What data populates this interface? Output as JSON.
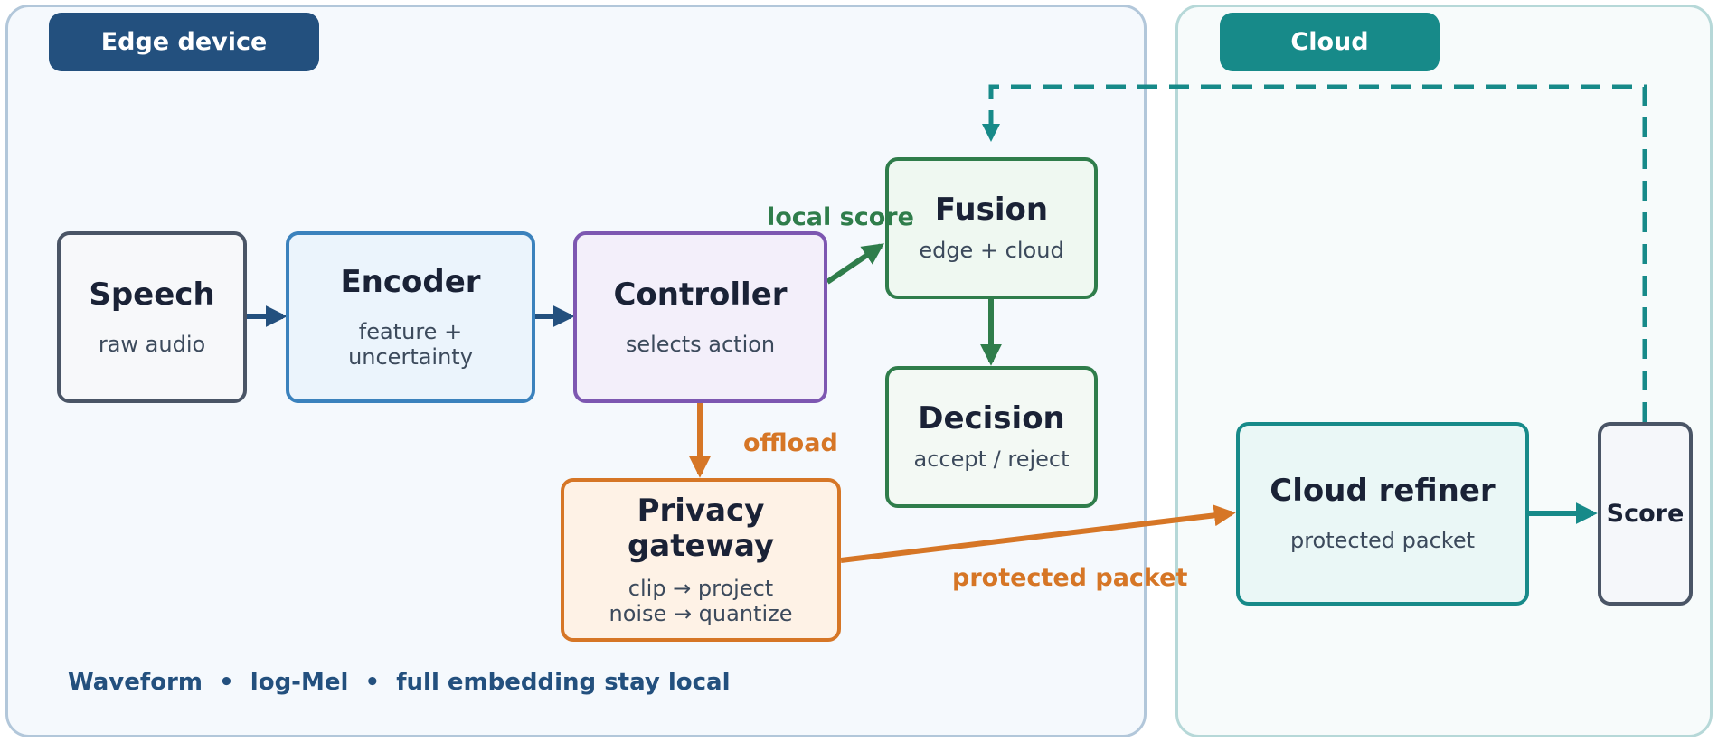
{
  "regions": {
    "edge": {
      "label": "Edge device"
    },
    "cloud": {
      "label": "Cloud"
    }
  },
  "nodes": {
    "speech": {
      "title": "Speech",
      "sub": "raw audio"
    },
    "encoder": {
      "title": "Encoder",
      "sub": [
        "feature +",
        "uncertainty"
      ]
    },
    "controller": {
      "title": "Controller",
      "sub": "selects action"
    },
    "fusion": {
      "title": "Fusion",
      "sub": "edge + cloud"
    },
    "decision": {
      "title": "Decision",
      "sub": "accept / reject"
    },
    "privacy": {
      "title": "Privacy gateway",
      "sub": [
        "clip → project",
        "noise → quantize"
      ]
    },
    "refiner": {
      "title": "Cloud refiner",
      "sub": "protected packet"
    },
    "score": {
      "title": "Score"
    }
  },
  "edge_labels": {
    "local_score": "local score",
    "offload": "offload",
    "protected_packet": "protected packet"
  },
  "footer": "Waveform  •  log-Mel  •  full embedding stay local",
  "colors": {
    "edge": "#23507e",
    "cloud": "#178a89",
    "speech": "#4a5566",
    "encoder": "#3b82bd",
    "controller": "#7d57b1",
    "fusion": "#2f7d4b",
    "privacy": "#d67626"
  }
}
